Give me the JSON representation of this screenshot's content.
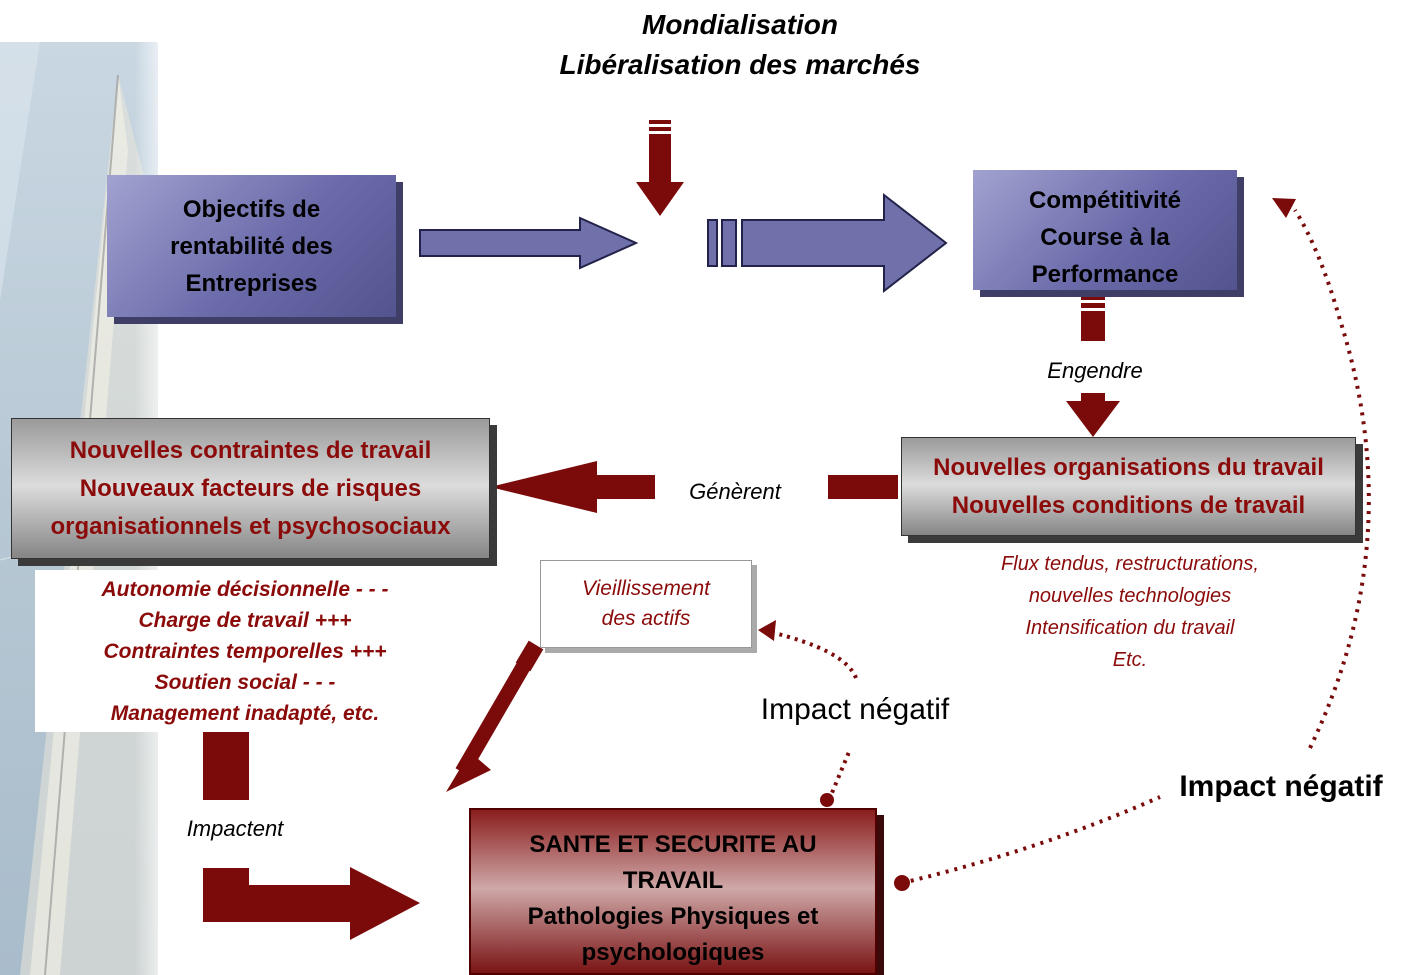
{
  "header": {
    "line1": "Mondialisation",
    "line2": "Libéralisation des marchés"
  },
  "boxes": {
    "objectifs": [
      "Objectifs de",
      "rentabilité des",
      "Entreprises"
    ],
    "competitivite": [
      "Compétitivité",
      "Course à la",
      "Performance"
    ],
    "organisations": [
      "Nouvelles organisations du travail",
      "Nouvelles conditions de travail"
    ],
    "contraintes": [
      "Nouvelles contraintes de travail",
      "Nouveaux facteurs de risques",
      "organisationnels et psychosociaux"
    ],
    "vieillissement": [
      "Vieillissement",
      "des actifs"
    ],
    "sante": [
      "SANTE ET SECURITE AU",
      "TRAVAIL",
      "Pathologies Physiques et",
      "psychologiques"
    ]
  },
  "labels": {
    "engendre": "Engendre",
    "generent": "Génèrent",
    "impactent": "Impactent",
    "impact_negatif_middle": "Impact négatif",
    "impact_negatif_right": "Impact négatif"
  },
  "notes": {
    "flux": [
      "Flux tendus, restructurations,",
      "nouvelles technologies",
      "Intensification du travail",
      "Etc."
    ],
    "facteurs": [
      "Autonomie décisionnelle - - -",
      "Charge de travail +++",
      "Contraintes temporelles +++",
      "Soutien social - - -",
      "Management inadapté, etc."
    ]
  },
  "colors": {
    "blue_box": "#6b6bab",
    "dark_red": "#7b0a0a",
    "text_red": "#8b0a0a"
  }
}
